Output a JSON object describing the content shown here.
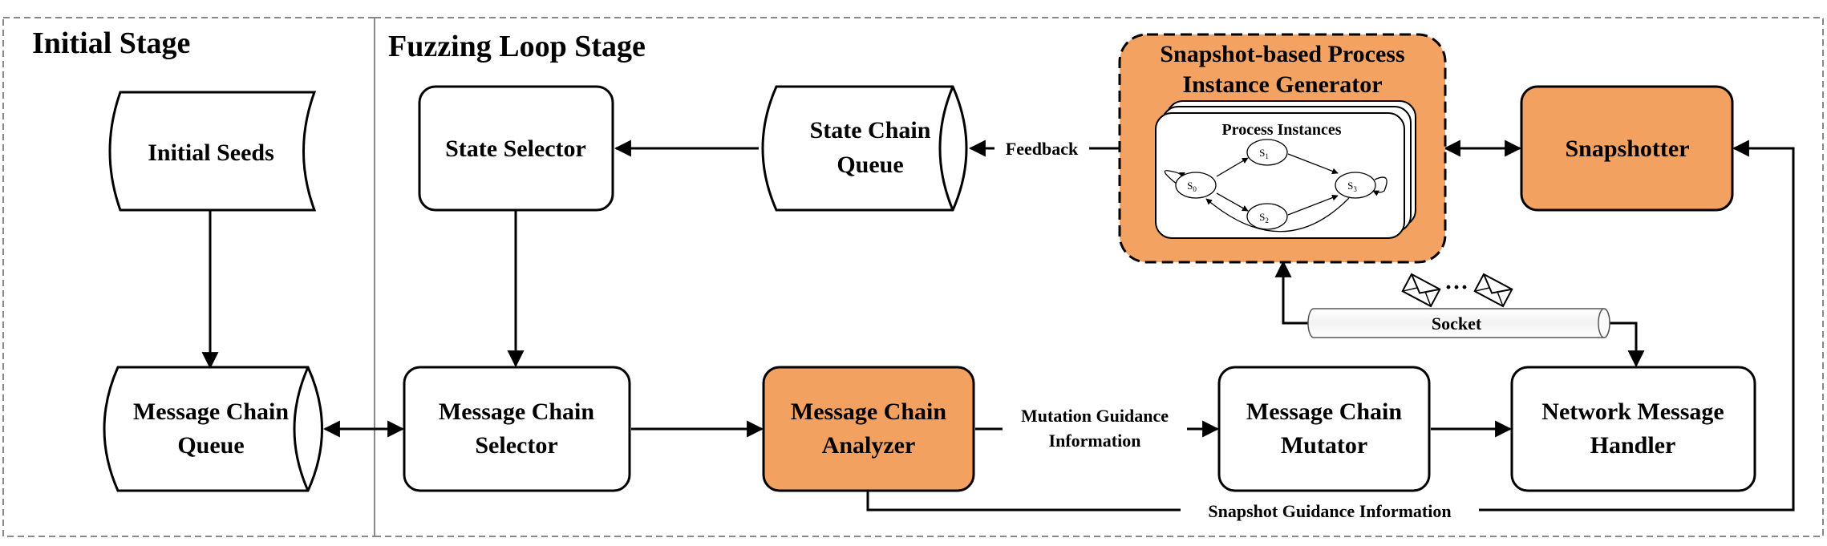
{
  "stages": {
    "initial": "Initial Stage",
    "fuzzing": "Fuzzing Loop Stage"
  },
  "nodes": {
    "initial_seeds": "Initial Seeds",
    "message_chain_queue": [
      "Message Chain",
      "Queue"
    ],
    "state_selector": "State Selector",
    "state_chain_queue": [
      "State Chain",
      "Queue"
    ],
    "generator": [
      "Snapshot-based Process",
      "Instance Generator"
    ],
    "process_instances": "Process Instances",
    "snapshotter": "Snapshotter",
    "message_chain_selector": [
      "Message Chain",
      "Selector"
    ],
    "message_chain_analyzer": [
      "Message Chain",
      "Analyzer"
    ],
    "message_chain_mutator": [
      "Message Chain",
      "Mutator"
    ],
    "network_message_handler": [
      "Network Message",
      "Handler"
    ],
    "socket": "Socket"
  },
  "states": {
    "s0": {
      "base": "S",
      "sub": "0"
    },
    "s1": {
      "base": "S",
      "sub": "1"
    },
    "s2": {
      "base": "S",
      "sub": "2"
    },
    "s3": {
      "base": "S",
      "sub": "3"
    }
  },
  "edge_labels": {
    "feedback": "Feedback",
    "mutation_guidance": [
      "Mutation Guidance",
      "Information"
    ],
    "snapshot_guidance": "Snapshot Guidance Information",
    "ellipsis": "···"
  },
  "colors": {
    "highlight_fill": "#f4a261",
    "highlight_fill_alt": "#f3a160",
    "stroke": "#000000",
    "dashed_border": "#888888"
  }
}
